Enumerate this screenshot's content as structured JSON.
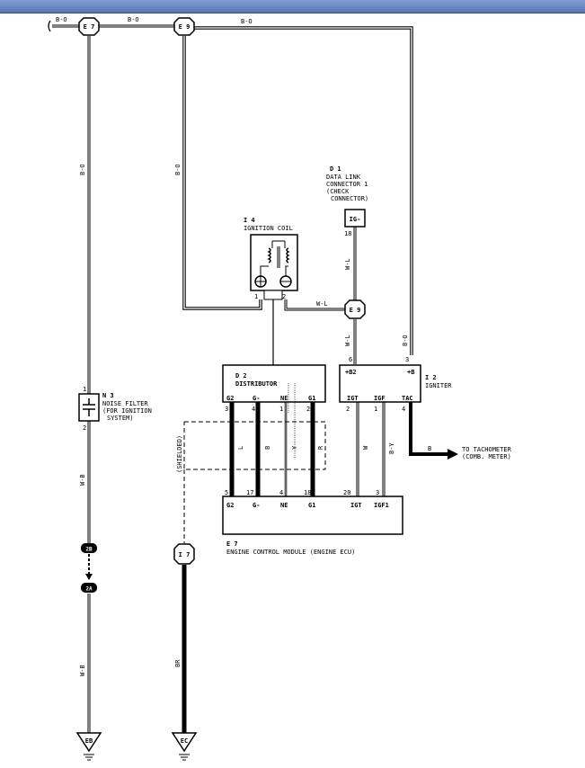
{
  "connectors": {
    "e7": "E 7",
    "e9": "E 9",
    "i7": "I 7"
  },
  "wire_colors": {
    "bo": "B-O",
    "wl": "W-L",
    "wb": "W-B",
    "br": "BR",
    "l": "L",
    "b": "B",
    "y": "Y",
    "r": "R",
    "w": "W",
    "by": "B-Y"
  },
  "components": {
    "dlc": {
      "id": "D 1",
      "name": "DATA LINK",
      "name2": "CONNECTOR 1",
      "name3": "(CHECK",
      "name4": "CONNECTOR)",
      "terminal": "IG-",
      "pin": "18"
    },
    "coil": {
      "id": "I 4",
      "name": "IGNITION COIL",
      "pin1": "1",
      "pin2": "2"
    },
    "distributor": {
      "id": "D 2",
      "name": "DISTRIBUTOR",
      "terminals": [
        "G2",
        "G-",
        "NE",
        "G1"
      ],
      "pins": [
        "3",
        "4",
        "1",
        "2"
      ]
    },
    "igniter": {
      "id": "I 2",
      "name": "IGNITER",
      "top_terminals": [
        "+B2",
        "+B"
      ],
      "top_pins": [
        "6",
        "3"
      ],
      "terminals": [
        "IGT",
        "IGF",
        "TAC"
      ],
      "pins": [
        "2",
        "1",
        "4"
      ]
    },
    "noise_filter": {
      "id": "N 3",
      "name": "NOISE FILTER",
      "name2": "(FOR IGNITION",
      "name3": "SYSTEM)",
      "pin1": "1",
      "pin2": "2"
    },
    "ecu": {
      "id": "E 7",
      "name": "ENGINE CONTROL MODULE (ENGINE ECU)",
      "terminals": [
        "G2",
        "G-",
        "NE",
        "G1",
        "IGT",
        "IGF1"
      ],
      "pins": [
        "5",
        "17",
        "4",
        "18",
        "20",
        "3"
      ]
    }
  },
  "labels": {
    "shielded": "(SHIELDED)",
    "tachometer": "TO TACHOMETER",
    "tachometer2": "(COMB. METER)",
    "tac_wire": "B"
  },
  "splices": {
    "top": "2B",
    "bottom": "2A"
  },
  "grounds": {
    "eb": "EB",
    "ec": "EC"
  },
  "colors": {
    "line": "#000000",
    "titlebar": "#5f80bd"
  }
}
